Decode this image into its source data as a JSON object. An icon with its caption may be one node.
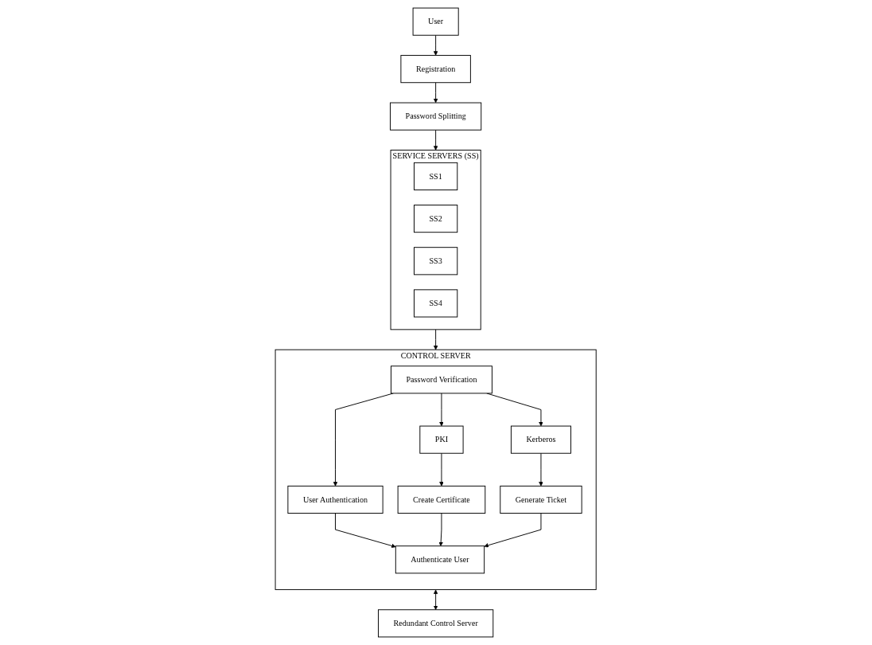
{
  "diagram": {
    "nodes": [
      {
        "text": [
          "User"
        ]
      },
      {
        "text": [
          "Registration"
        ]
      },
      {
        "text": [
          "Password Splitting"
        ]
      },
      {
        "text": [
          "SERVICE SERVERS (SS)"
        ]
      },
      {
        "text": [
          "SS1"
        ],
        "in": 3
      },
      {
        "text": [
          "SS2"
        ],
        "in": 3
      },
      {
        "text": [
          "SS3"
        ],
        "in": 3
      },
      {
        "text": [
          "SS4"
        ],
        "in": 3
      },
      {
        "text": [
          "CONTROL SERVER"
        ]
      },
      {
        "text": [
          "Password Verification"
        ],
        "in": 8
      },
      {
        "text": [
          "PKI"
        ],
        "in": 8
      },
      {
        "text": [
          "User Authentication"
        ],
        "in": 8
      },
      {
        "text": [
          "Kerberos"
        ],
        "in": 8
      },
      {
        "text": [
          "Create Certificate"
        ],
        "in": 8
      },
      {
        "text": [
          "Authenticate User"
        ],
        "in": 8
      },
      {
        "text": [
          "Generate Ticket"
        ],
        "in": 8
      },
      {
        "text": [
          "Redundant Control Server"
        ]
      }
    ],
    "edges": [
      {
        "from": 0,
        "to": 1,
        "arrow": "to"
      },
      {
        "from": 1,
        "to": 2,
        "arrow": "to"
      },
      {
        "from": 2,
        "to": 3,
        "arrow": "to"
      },
      {
        "from": 3,
        "to": 8,
        "arrow": "to"
      },
      {
        "from": 9,
        "to": 10,
        "arrow": "to"
      },
      {
        "from": 9,
        "to": 11,
        "arrow": "to"
      },
      {
        "from": 9,
        "to": 12,
        "arrow": "to"
      },
      {
        "from": 10,
        "to": 13,
        "arrow": "to"
      },
      {
        "from": 11,
        "to": 14,
        "arrow": "to"
      },
      {
        "from": 12,
        "to": 15,
        "arrow": "to"
      },
      {
        "from": 13,
        "to": 14,
        "arrow": "to"
      },
      {
        "from": 15,
        "to": 14,
        "arrow": "to"
      },
      {
        "from": 8,
        "to": 16,
        "arrow": "both"
      }
    ]
  }
}
